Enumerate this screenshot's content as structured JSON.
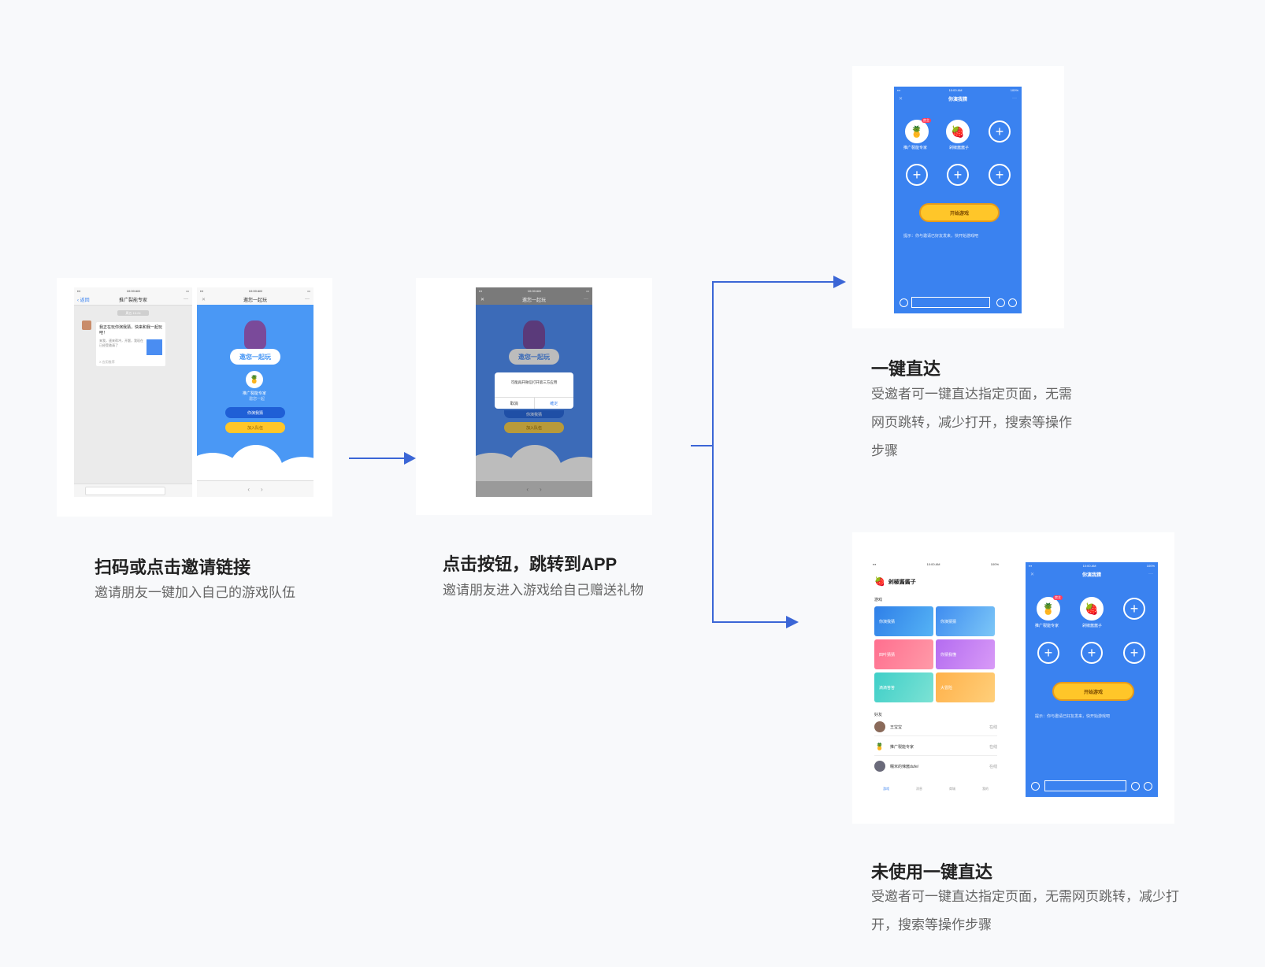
{
  "steps": [
    {
      "title": "扫码或点击邀请链接",
      "desc": "邀请朋友一键加入自己的游戏队伍"
    },
    {
      "title": "点击按钮，跳转到APP",
      "desc": "邀请朋友进入游戏给自己赠送礼物"
    }
  ],
  "outcomes": [
    {
      "title": "一键直达",
      "desc_lines": [
        "受邀者可一键直达指定页面，无需",
        "网页跳转，减少打开，搜索等操作",
        "步骤"
      ]
    },
    {
      "title": "未使用一键直达",
      "desc_lines": [
        "受邀者可一键直达指定页面，无需网页跳转，减少打",
        "开，搜索等操作步骤"
      ]
    }
  ],
  "chat": {
    "time": "10:00 AM",
    "back": "返回",
    "title": "推广裂能专家",
    "date_tag": "周五 10:24",
    "msg_title": "我正在玩你演我猜，快来和我一起玩吧！",
    "msg_body": "来我，速来帮冲，开题，我现在已经受邀请了",
    "msg_source": "X 应用推荐"
  },
  "invite": {
    "time": "10:00 AM",
    "title": "邀您一起玩",
    "banner": "邀您一起玩",
    "user": "推广裂能专家",
    "user_sub": "邀您一起",
    "btn_primary": "你演我猜",
    "btn_secondary": "加入队伍"
  },
  "dialog": {
    "text": "可能再开微信打开第三方应用",
    "cancel": "取消",
    "ok": "確定",
    "under_btn": "你演我猜",
    "under_btn2": "加入队伍"
  },
  "room": {
    "time": "10:00 AM",
    "battery": "100%",
    "title": "你演我猜",
    "players": [
      "推广裂能专家",
      "剁椒酱酱子"
    ],
    "badge": "房主",
    "start": "开始游戏",
    "tip": "提示：你与邀请已好友发来，快开始游戏吧"
  },
  "lobby": {
    "time": "10:00 AM",
    "battery": "100%",
    "user": "剁椒酱酱子",
    "games_label": "游戏",
    "games": [
      "你演我猜",
      "你演猜猜",
      "四叶猜猜",
      "你猜我懂",
      "滴滴答答",
      "大冒险"
    ],
    "friends_label": "好友",
    "friends": [
      {
        "name": "王宝宝",
        "status": "在线"
      },
      {
        "name": "推广裂能专家",
        "status": "在线"
      },
      {
        "name": "糯米的辣酱dufe/",
        "status": "在线"
      }
    ],
    "tabs": [
      "游戏",
      "消息",
      "商城",
      "我的"
    ]
  },
  "colors": {
    "primary": "#3a82f0",
    "accent": "#ffc629",
    "arrow": "#3b66d6"
  }
}
